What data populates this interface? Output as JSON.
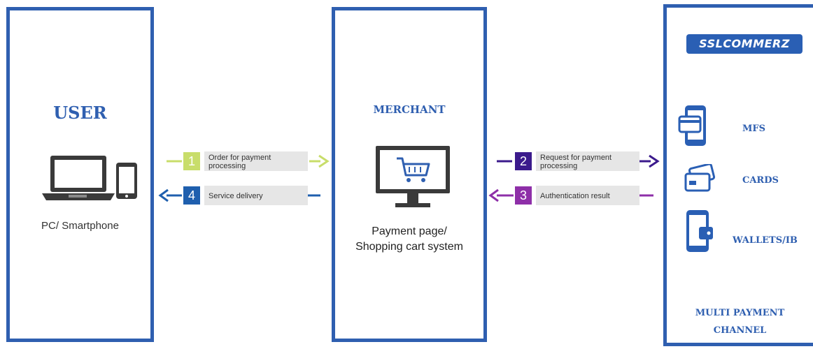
{
  "user": {
    "title": "USER",
    "device_label": "PC/ Smartphone"
  },
  "merchant": {
    "title": "MERCHANT",
    "system_label_1": "Payment page/",
    "system_label_2": "Shopping cart system"
  },
  "channel": {
    "logo": "SSLCOMMERZ",
    "items": [
      {
        "label": "MFS",
        "icon": "mobile-card-icon"
      },
      {
        "label": "CARDS",
        "icon": "cards-icon"
      },
      {
        "label": "WALLETS/IB",
        "icon": "mobile-wallet-icon"
      }
    ],
    "footer_1": "MULTI PAYMENT",
    "footer_2": "CHANNEL"
  },
  "flows": [
    {
      "num": "1",
      "label_1": "Order for payment",
      "label_2": "processing",
      "color": "#c8dd6a"
    },
    {
      "num": "2",
      "label_1": "Request for payment",
      "label_2": "processing",
      "color": "#3b1a8c"
    },
    {
      "num": "3",
      "label_1": "Authentication result",
      "label_2": "",
      "color": "#8e2fa8"
    },
    {
      "num": "4",
      "label_1": "Service delivery",
      "label_2": "",
      "color": "#1f5fae"
    }
  ],
  "colors": {
    "panel_border": "#2f5fb0",
    "text_accent": "#2f5fb0",
    "icon_dark": "#3a3a3a"
  }
}
